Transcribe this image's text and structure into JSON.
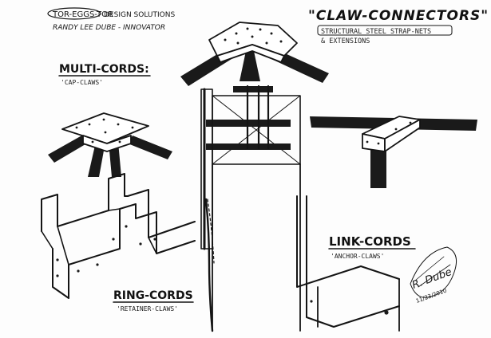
{
  "header": {
    "company": "TOR-EGGS-TOR",
    "tagline": "DESIGN SOLUTIONS",
    "inventor": "RANDY LEE DUBE - INNOVATOR"
  },
  "title": {
    "main": "\"CLAW-CONNECTORS\"",
    "subtitle": "STRUCTURAL STEEL STRAP-NETS",
    "subtitle2": "& EXTENSIONS"
  },
  "sections": {
    "multi": {
      "title": "MULTI-CORDS:",
      "subtitle": "'CAP-CLAWS'"
    },
    "ring": {
      "title": "RING-CORDS",
      "subtitle": "'RETAINER-CLAWS'"
    },
    "link": {
      "title": "LINK-CORDS",
      "subtitle": "'ANCHOR-CLAWS'"
    }
  },
  "signature": {
    "name": "R. Dube",
    "date": "11/23/2010"
  }
}
